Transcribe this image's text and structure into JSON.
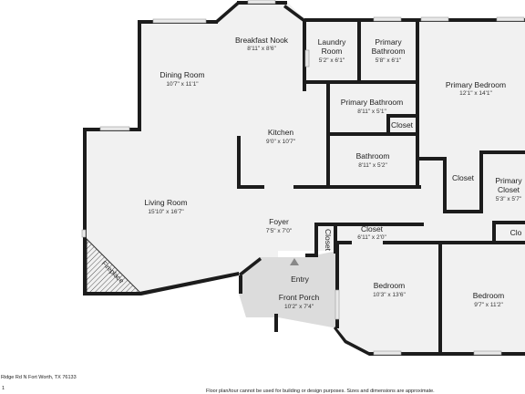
{
  "rooms": {
    "breakfast_nook": {
      "name": "Breakfast Nook",
      "dims": "8'11\" x 8'6\""
    },
    "laundry": {
      "name_line1": "Laundry",
      "name_line2": "Room",
      "dims": "5'2\" x 6'1\""
    },
    "primary_bath_1": {
      "name_line1": "Primary",
      "name_line2": "Bathroom",
      "dims": "5'8\" x 6'1\""
    },
    "primary_bedroom": {
      "name": "Primary Bedroom",
      "dims": "12'1\" x 14'1\""
    },
    "dining_room": {
      "name": "Dining Room",
      "dims": "10'7\" x 11'1\""
    },
    "primary_bath_2": {
      "name": "Primary Bathroom",
      "dims": "8'11\" x 5'1\""
    },
    "closet_small": {
      "name": "Closet"
    },
    "kitchen": {
      "name": "Kitchen",
      "dims": "9'0\" x 10'7\""
    },
    "bathroom": {
      "name": "Bathroom",
      "dims": "8'11\" x 5'2\""
    },
    "closet_right": {
      "name": "Closet"
    },
    "primary_closet": {
      "name_line1": "Primary",
      "name_line2": "Closet",
      "dims": "5'3\" x 5'7\""
    },
    "living_room": {
      "name": "Living Room",
      "dims": "15'10\" x 16'7\""
    },
    "foyer": {
      "name": "Foyer",
      "dims": "7'5\" x 7'0\""
    },
    "closet_hall": {
      "name": "Closet",
      "dims": "6'11\" x 2'0\""
    },
    "closet_vertical": {
      "name": "Closet"
    },
    "closet_far_right": {
      "name": "Clo"
    },
    "fireplace": {
      "name": "Fireplace"
    },
    "entry": {
      "name": "Entry"
    },
    "front_porch": {
      "name": "Front Porch",
      "dims": "10'2\" x 7'4\""
    },
    "bedroom_1": {
      "name": "Bedroom",
      "dims": "10'3\" x 13'6\""
    },
    "bedroom_2": {
      "name": "Bedroom",
      "dims": "9'7\" x 11'2\""
    }
  },
  "footer": {
    "address": "Ridge Rd N Fort Worth, TX 76133",
    "floor": "1",
    "disclaimer": "Floor plan/tour cannot be used for building or design purposes. Sizes and dimensions are approximate."
  },
  "colors": {
    "floor": "#f1f1f1",
    "porch": "#dcdcdc",
    "wall": "#1c1c1c",
    "background": "#ffffff"
  }
}
